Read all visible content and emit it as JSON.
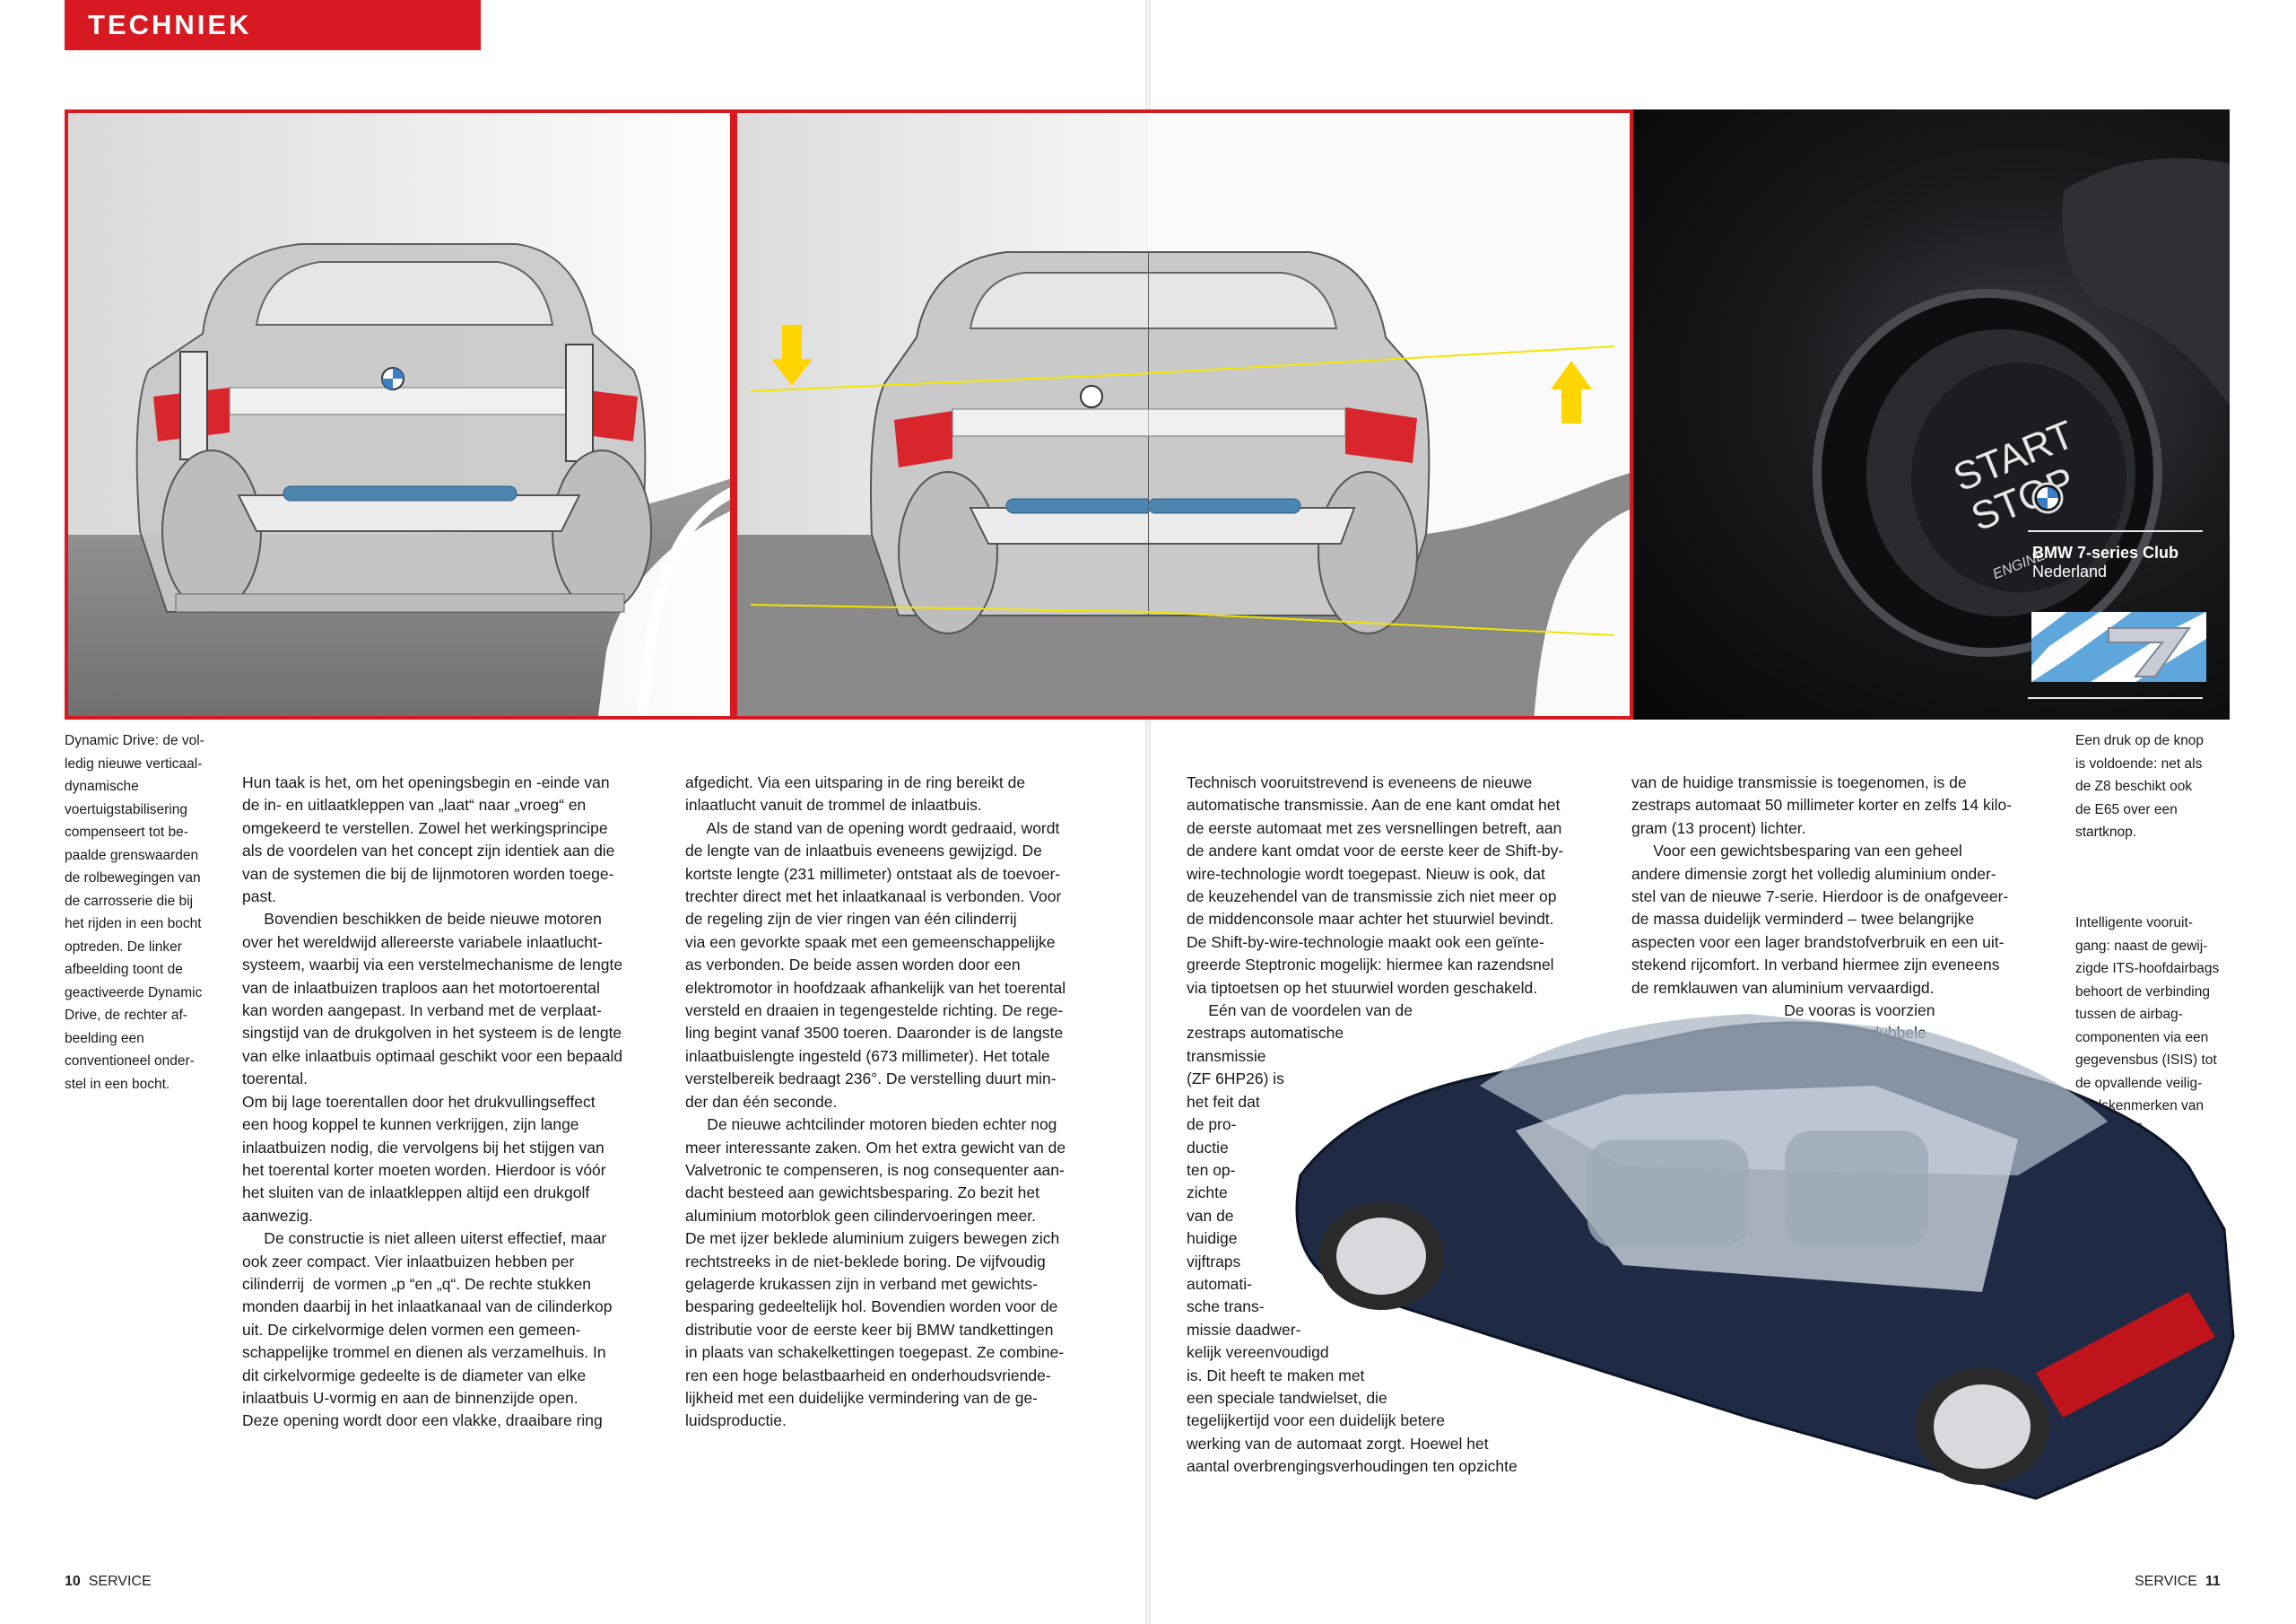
{
  "header": {
    "section": "TECHNIEK"
  },
  "photo": {
    "button_top": "START",
    "button_bottom": "STOP",
    "button_ring": "ENGINE",
    "club_name": "BMW 7-series Club",
    "club_sub": "Nederland"
  },
  "caption_left": "Dynamic Drive: de vol-\nledig nieuwe verticaal-\ndynamische\nvoertuigstabilisering\ncompenseert tot be-\npaalde grenswaarden\nde rolbewegingen van\nde carrosserie die bij\nhet rijden in een bocht\noptreden. De linker\nafbeelding toont de\ngeactiveerde Dynamic\nDrive, de rechter af-\nbeelding een\nconventioneel onder-\nstel in een bocht.",
  "caption_right_1": "Een druk op de knop\nis voldoende: net als\nde Z8 beschikt ook\nde E65 over een\nstartknop.",
  "caption_right_2": "Intelligente vooruit-\ngang: naast de gewij-\nzigde ITS-hoofdairbags\nbehoort de verbinding\ntussen de airbag-\ncomponenten via een\ngegevensbus (ISIS) tot\nde opvallende veilig-\nheidskenmerken van\n      de E65.",
  "col1": "Hun taak is het, om het openingsbegin en -einde van\nde in- en uitlaatkleppen van „laat“ naar „vroeg“ en\nomgekeerd te verstellen. Zowel het werkingsprincipe\nals de voordelen van het concept zijn identiek aan die\nvan de systemen die bij de lijnmotoren worden toege-\npast.\n     Bovendien beschikken de beide nieuwe motoren\nover het wereldwijd allereerste variabele inlaatlucht-\nsysteem, waarbij via een verstelmechanisme de lengte\nvan de inlaatbuizen traploos aan het motortoerental\nkan worden aangepast. In verband met de verplaat-\nsingstijd van de drukgolven in het systeem is de lengte\nvan elke inlaatbuis optimaal geschikt voor een bepaald\ntoerental.\nOm bij lage toerentallen door het drukvullingseffect\neen hoog koppel te kunnen verkrijgen, zijn lange\ninlaatbuizen nodig, die vervolgens bij het stijgen van\nhet toerental korter moeten worden. Hierdoor is vóór\nhet sluiten van de inlaatkleppen altijd een drukgolf\naanwezig.\n     De constructie is niet alleen uiterst effectief, maar\nook zeer compact. Vier inlaatbuizen hebben per\ncilinderrij  de vormen „p “en „q“. De rechte stukken\nmonden daarbij in het inlaatkanaal van de cilinderkop\nuit. De cirkelvormige delen vormen een gemeen-\nschappelijke trommel en dienen als verzamelhuis. In\ndit cirkelvormige gedeelte is de diameter van elke\ninlaatbuis U-vormig en aan de binnenzijde open.\nDeze opening wordt door een vlakke, draaibare ring",
  "col2": "afgedicht. Via een uitsparing in de ring bereikt de\ninlaatlucht vanuit de trommel de inlaatbuis.\n     Als de stand van de opening wordt gedraaid, wordt\nde lengte van de inlaatbuis eveneens gewijzigd. De\nkortste lengte (231 millimeter) ontstaat als de toevoer-\ntrechter direct met het inlaatkanaal is verbonden. Voor\nde regeling zijn de vier ringen van één cilinderrij\nvia een gevorkte spaak met een gemeenschappelijke\nas verbonden. De beide assen worden door een\nelektromotor in hoofdzaak afhankelijk van het toerental\nversteld en draaien in tegengestelde richting. De rege-\nling begint vanaf 3500 toeren. Daaronder is de langste\ninlaatbuislengte ingesteld (673 millimeter). Het totale\nverstelbereik bedraagt 236°. De verstelling duurt min-\nder dan één seconde.\n     De nieuwe achtcilinder motoren bieden echter nog\nmeer interessante zaken. Om het extra gewicht van de\nValvetronic te compenseren, is nog consequenter aan-\ndacht besteed aan gewichtsbesparing. Zo bezit het\naluminium motorblok geen cilindervoeringen meer.\nDe met ijzer beklede aluminium zuigers bewegen zich\nrechtstreeks in de niet-beklede boring. De vijfvoudig\ngelagerde krukassen zijn in verband met gewichts-\nbesparing gedeeltelijk hol. Bovendien worden voor de\ndistributie voor de eerste keer bij BMW tandkettingen\nin plaats van schakelkettingen toegepast. Ze combine-\nren een hoge belastbaarheid en onderhoudsvriende-\nlijkheid met een duidelijke vermindering van de ge-\nluidsproductie.",
  "col3_top": "Technisch vooruitstrevend is eveneens de nieuwe\nautomatische transmissie. Aan de ene kant omdat het\nde eerste automaat met zes versnellingen betreft, aan\nde andere kant omdat voor de eerste keer de Shift-by-\nwire-technologie wordt toegepast. Nieuw is ook, dat\nde keuzehendel van de transmissie zich niet meer op\nde middenconsole maar achter het stuurwiel bevindt.\nDe Shift-by-wire-technologie maakt ook een geïnte-\ngreerde Steptronic mogelijk: hiermee kan razendsnel\nvia tiptoetsen op het stuurwiel worden geschakeld.\n     Eén van de voordelen van de\nzestraps automatische\ntransmissie\n(ZF 6HP26) is\nhet feit dat\nde pro-\nductie\nten op-\nzichte\nvan de\nhuidige\nvijftraps\nautomati-\nsche trans-\nmissie daadwer-\nkelijk vereenvoudigd\nis. Dit heeft te maken met\neen speciale tandwielset, die\ntegelijkertijd voor een duidelijk betere\nwerking van de automaat zorgt. Hoewel het\naantal overbrengingsverhoudingen ten opzichte",
  "col4": "van de huidige transmissie is toegenomen, is de\nzestraps automaat 50 millimeter korter en zelfs 14 kilo-\ngram (13 procent) lichter.\n     Voor een gewichtsbesparing van een geheel\nandere dimensie zorgt het volledig aluminium onder-\nstel van de nieuwe 7-serie. Hierdoor is de onafgeveer-\nde massa duidelijk verminderd – twee belangrijke\naspecten voor een lager brandstofverbruik en een uit-\nstekend rijcomfort. In verband hiermee zijn eveneens\nde remklauwen van aluminium vervaardigd.\n                                   De vooras is voorzien\n                                                van dubbele\n                                                     onderste",
  "footer": {
    "left_num": "10",
    "left_label": "SERVICE",
    "right_label": "SERVICE",
    "right_num": "11"
  },
  "colors": {
    "accent": "#d71921",
    "guide_line": "#f2e600",
    "arrow": "#ffd500"
  },
  "icons": [
    "bmw-roundel-icon",
    "arrow-down-icon",
    "arrow-up-icon",
    "bavarian-flag-7-logo"
  ]
}
